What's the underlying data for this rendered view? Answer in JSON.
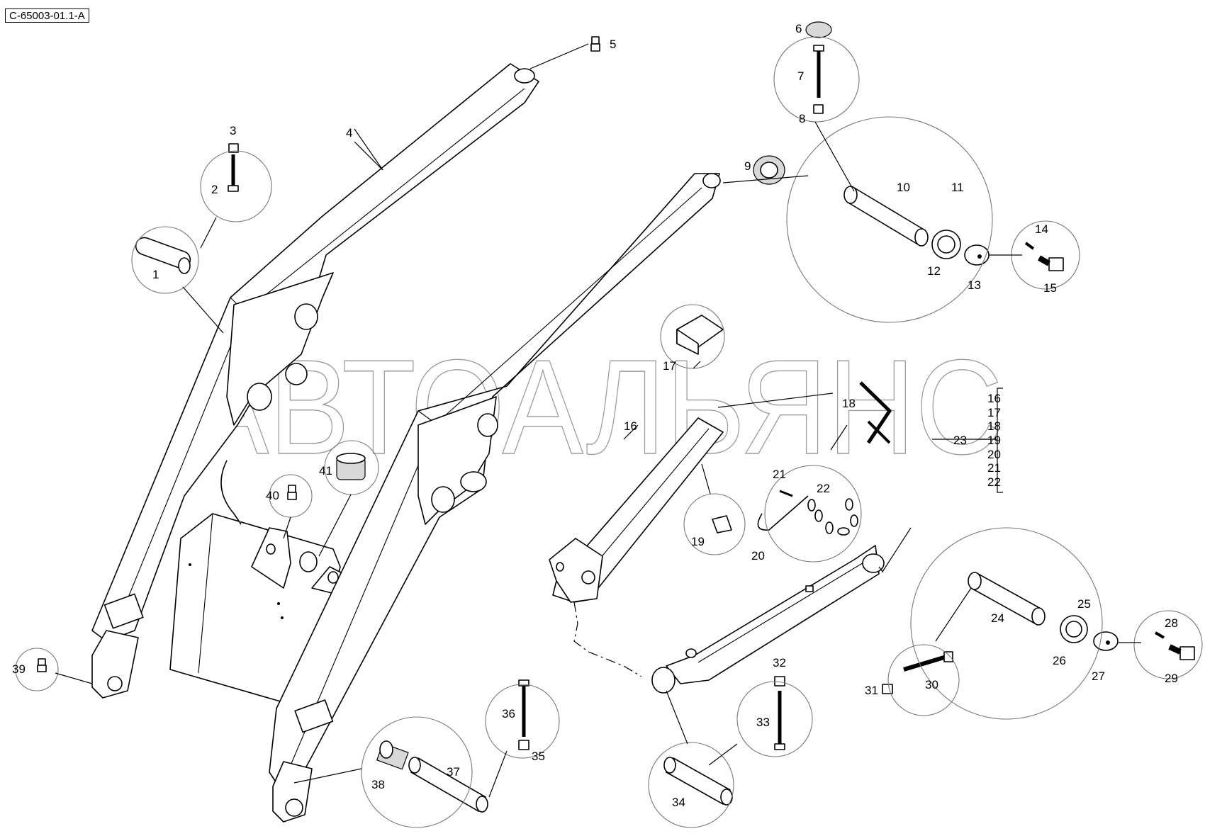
{
  "reference_code": "C-65003-01.1-A",
  "watermark": "АВТОАЛЬЯНС",
  "callouts": [
    "1",
    "2",
    "3",
    "4",
    "5",
    "6",
    "7",
    "8",
    "9",
    "10",
    "11",
    "12",
    "13",
    "14",
    "15",
    "16",
    "17",
    "18",
    "19",
    "20",
    "21",
    "22",
    "23",
    "24",
    "25",
    "26",
    "27",
    "28",
    "29",
    "30",
    "31",
    "32",
    "33",
    "34",
    "35",
    "36",
    "37",
    "38",
    "39",
    "40",
    "41"
  ],
  "callout_16_alt": "16",
  "kit_group": {
    "label": "23",
    "items": [
      "16",
      "17",
      "18",
      "19",
      "20",
      "21",
      "22"
    ]
  }
}
